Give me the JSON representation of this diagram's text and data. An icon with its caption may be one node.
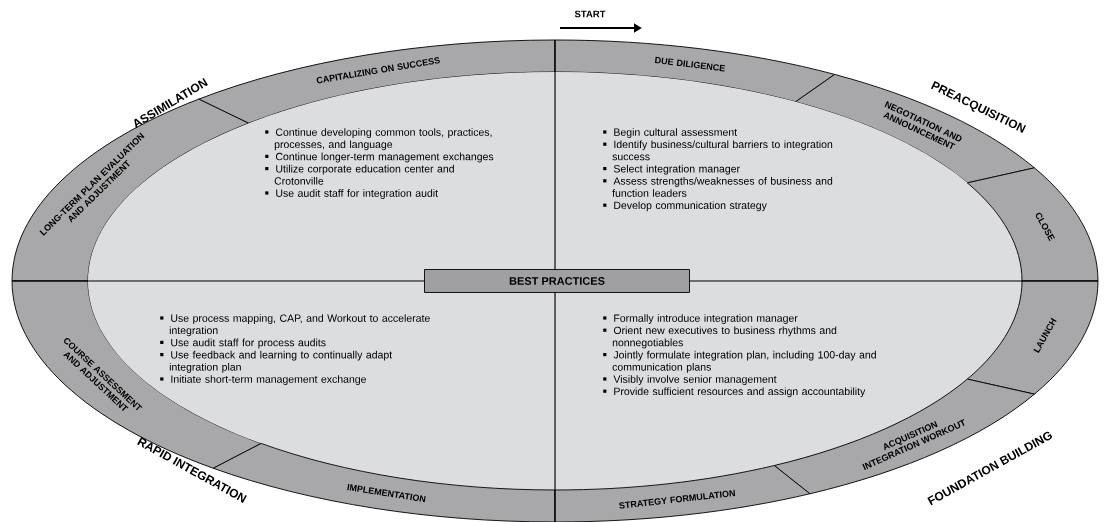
{
  "diagram": {
    "nodes": [
      {
        "text": [
          "CAPITALIZING ON SUCCESS"
        ]
      },
      {
        "text": [
          "DUE DILIGENCE"
        ]
      },
      {
        "text": [
          "NEGOTIATION AND ANNOUNCEMENT"
        ]
      },
      {
        "text": [
          "LONG-TERM PLAN EVALUATION AND ADJUSTMENT"
        ]
      },
      {
        "text": [
          "Continue developing common tools, practices, processes, and language",
          "Continue longer-term management exchanges",
          "Utilize corporate education center and Crotonville",
          "Use audit staff for integration audit"
        ]
      },
      {
        "text": [
          "Begin cultural assessment",
          "Identify business/cultural barriers to integration success",
          "Select integration manager",
          "Assess strengths/weaknesses of business and function leaders",
          "Develop communication strategy"
        ]
      },
      {
        "text": [
          "CLOSE"
        ]
      },
      {
        "text": [
          "BEST PRACTICES"
        ]
      },
      {
        "text": [
          "COURSE ASSESSMENT AND ADJUSTMENT"
        ]
      },
      {
        "text": [
          "Use process mapping, CAP, and Workout to accelerate integration",
          "Use audit staff for process audits",
          "Use feedback and learning to continually adapt integration plan",
          "Initiate short-term management exchange"
        ]
      },
      {
        "text": [
          "Formally introduce integration manager",
          "Orient new executives to business rhythms and nonnegotiables",
          "Jointly formulate integration plan, including 100-day and communication plans",
          "Visibly involve senior management",
          "Provide sufficient resources and assign accountability"
        ]
      },
      {
        "text": [
          "LAUNCH"
        ]
      },
      {
        "text": [
          "ACQUISITION INTEGRATION WORKOUT"
        ]
      },
      {
        "text": [
          "IMPLEMENTATION"
        ]
      },
      {
        "text": [
          "STRATEGY FORMULATION"
        ]
      }
    ],
    "labels": [
      "START",
      "ASSIMILATION",
      "PREACQUISITION",
      "RAPID INTEGRATION",
      "FOUNDATION BUILDING"
    ]
  }
}
